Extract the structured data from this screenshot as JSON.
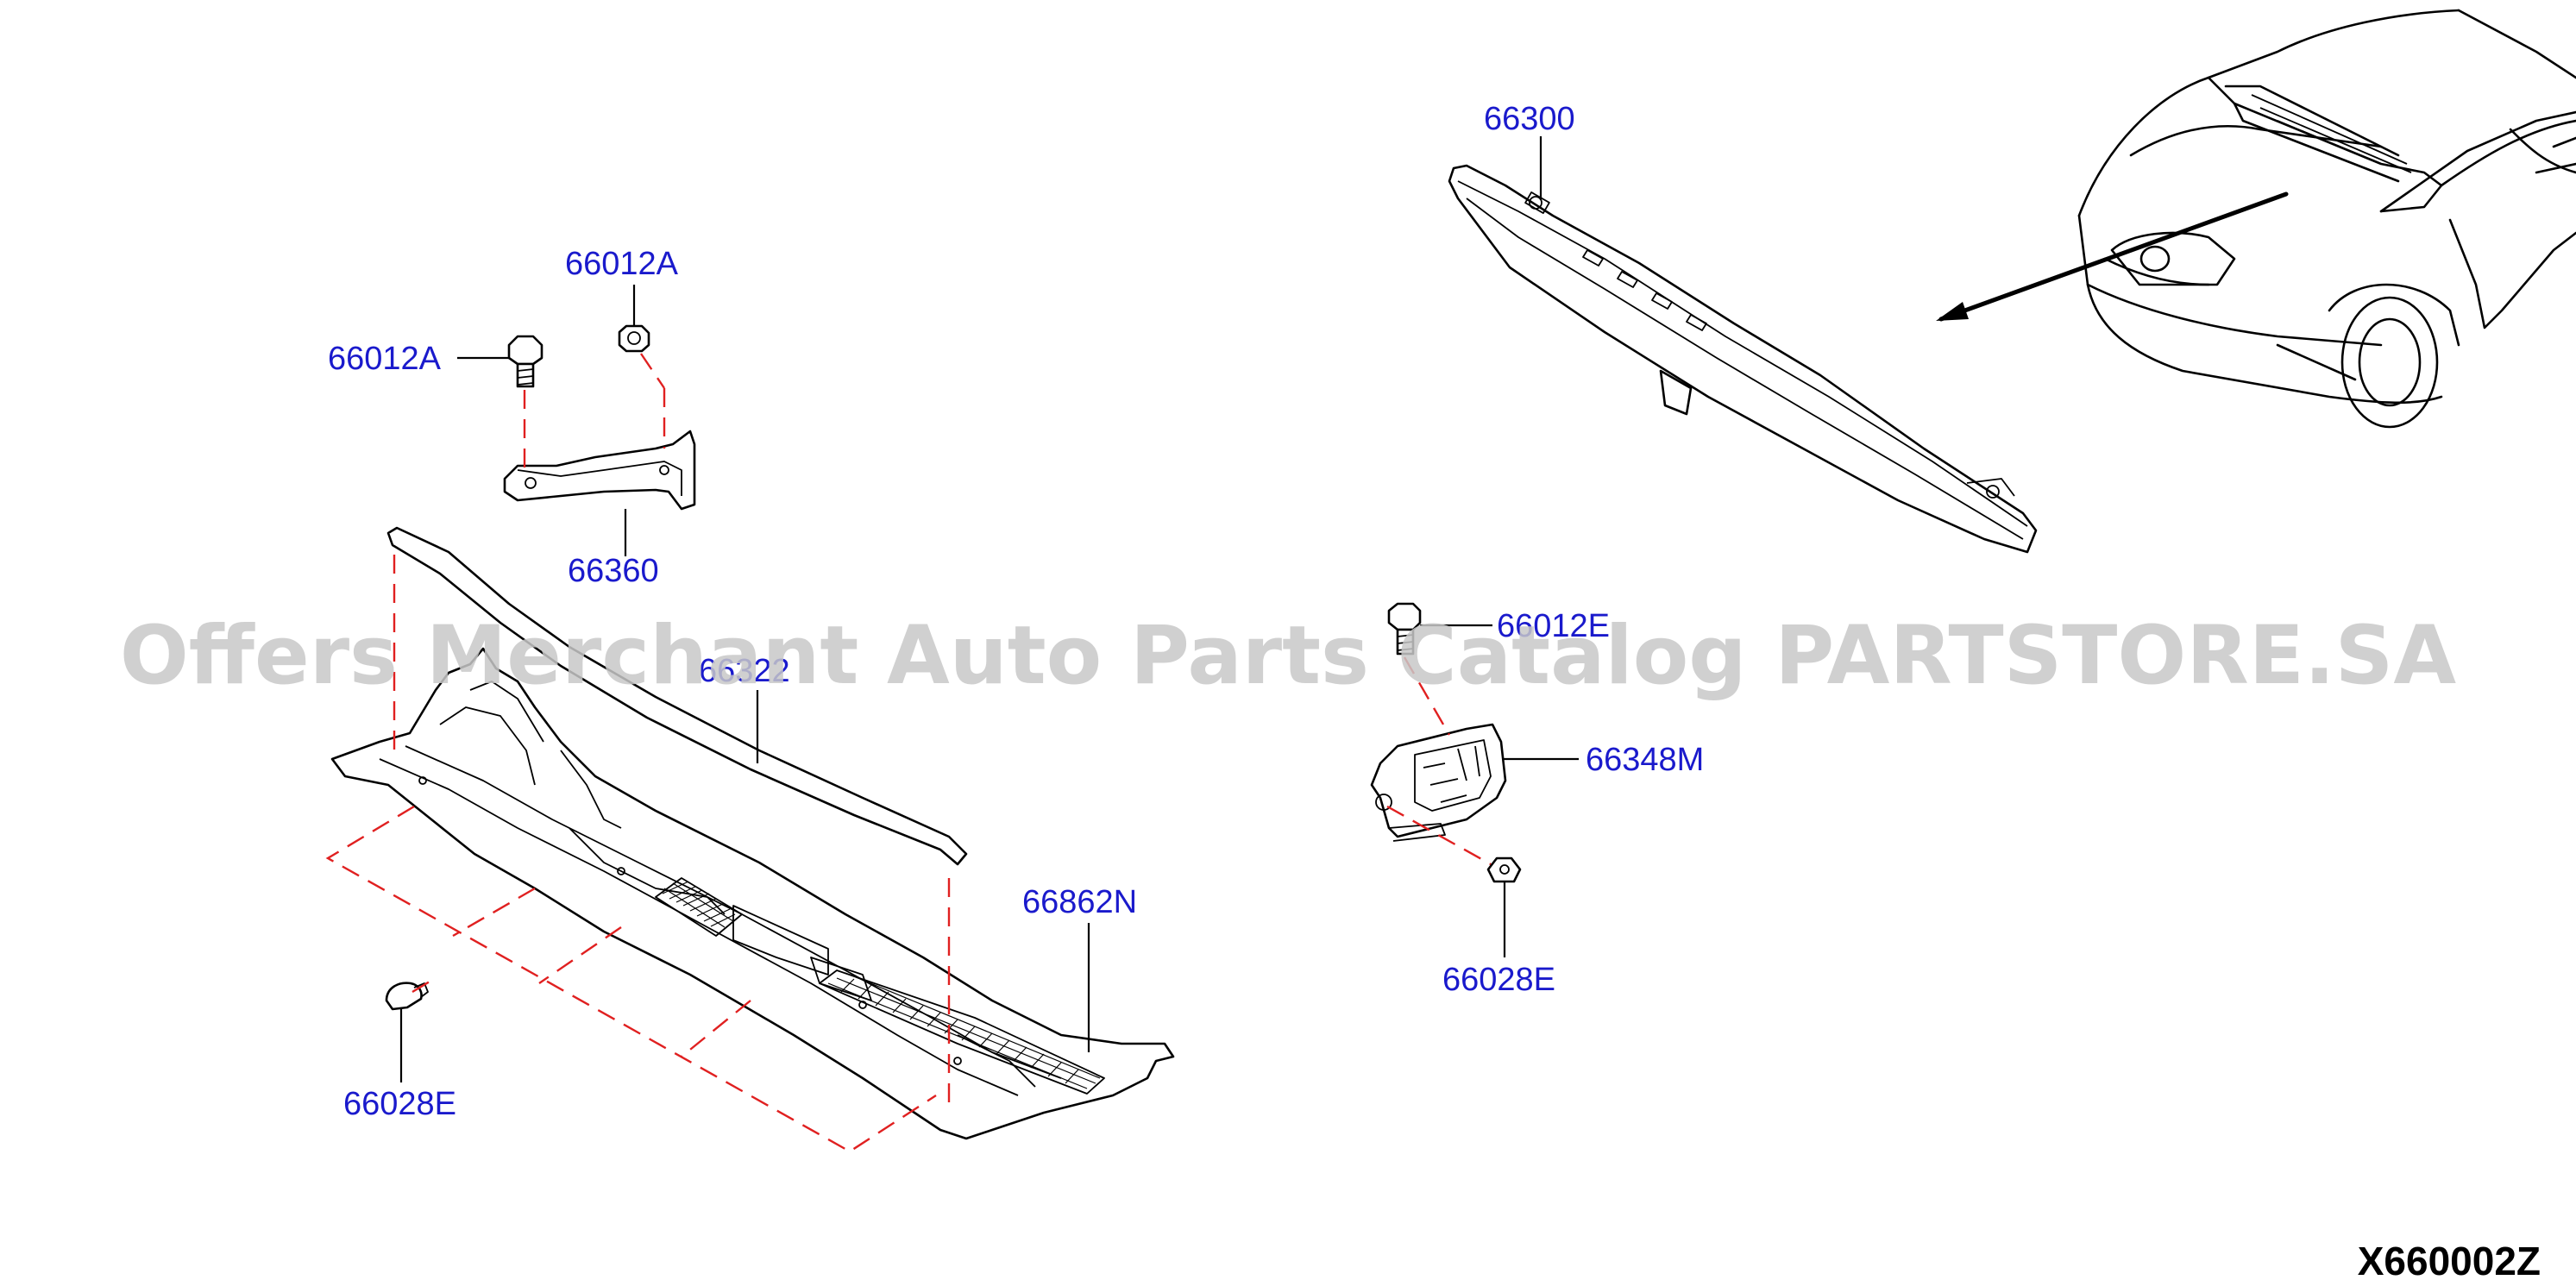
{
  "parts": [
    {
      "id": "p-66300",
      "label": "66300"
    },
    {
      "id": "p-66012a-top",
      "label": "66012A"
    },
    {
      "id": "p-66012a-left",
      "label": "66012A"
    },
    {
      "id": "p-66360",
      "label": "66360"
    },
    {
      "id": "p-66322",
      "label": "66322"
    },
    {
      "id": "p-66862n",
      "label": "66862N"
    },
    {
      "id": "p-66028e-left",
      "label": "66028E"
    },
    {
      "id": "p-66012e",
      "label": "66012E"
    },
    {
      "id": "p-66348m",
      "label": "66348M"
    },
    {
      "id": "p-66028e-right",
      "label": "66028E"
    }
  ],
  "diagram_code": "X660002Z",
  "watermark": "Offers Merchant Auto Parts Catalog PARTSTORE.SA",
  "colors": {
    "label": "#1a1acc",
    "leader_dash": "#e02020",
    "line": "#000000",
    "watermark": "#c8c8c8"
  }
}
